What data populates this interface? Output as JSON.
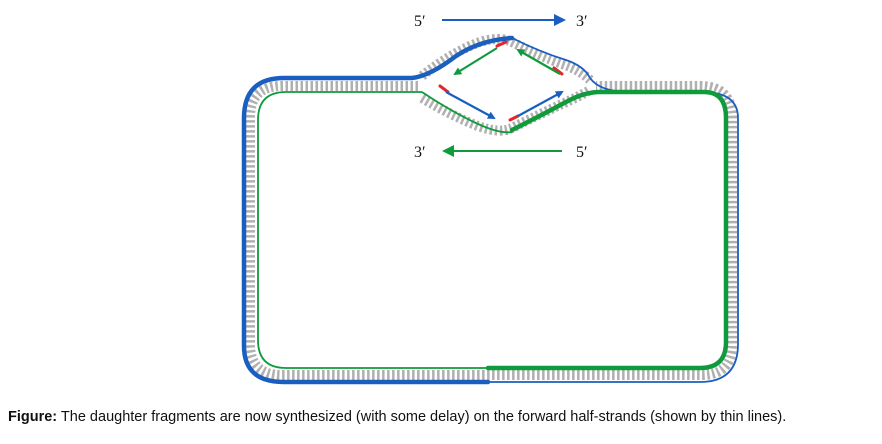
{
  "labels": {
    "top_left": "5′",
    "top_right": "3′",
    "bottom_left": "3′",
    "bottom_right": "5′"
  },
  "caption": {
    "label": "Figure:",
    "text": "The daughter fragments are now synthesized (with some delay) on the forward half-strands (shown by thin lines)."
  },
  "colors": {
    "blue": "#1a5fc0",
    "green": "#0f9a3c",
    "rung": "#b0b0b0",
    "primer": "#e3262a"
  }
}
